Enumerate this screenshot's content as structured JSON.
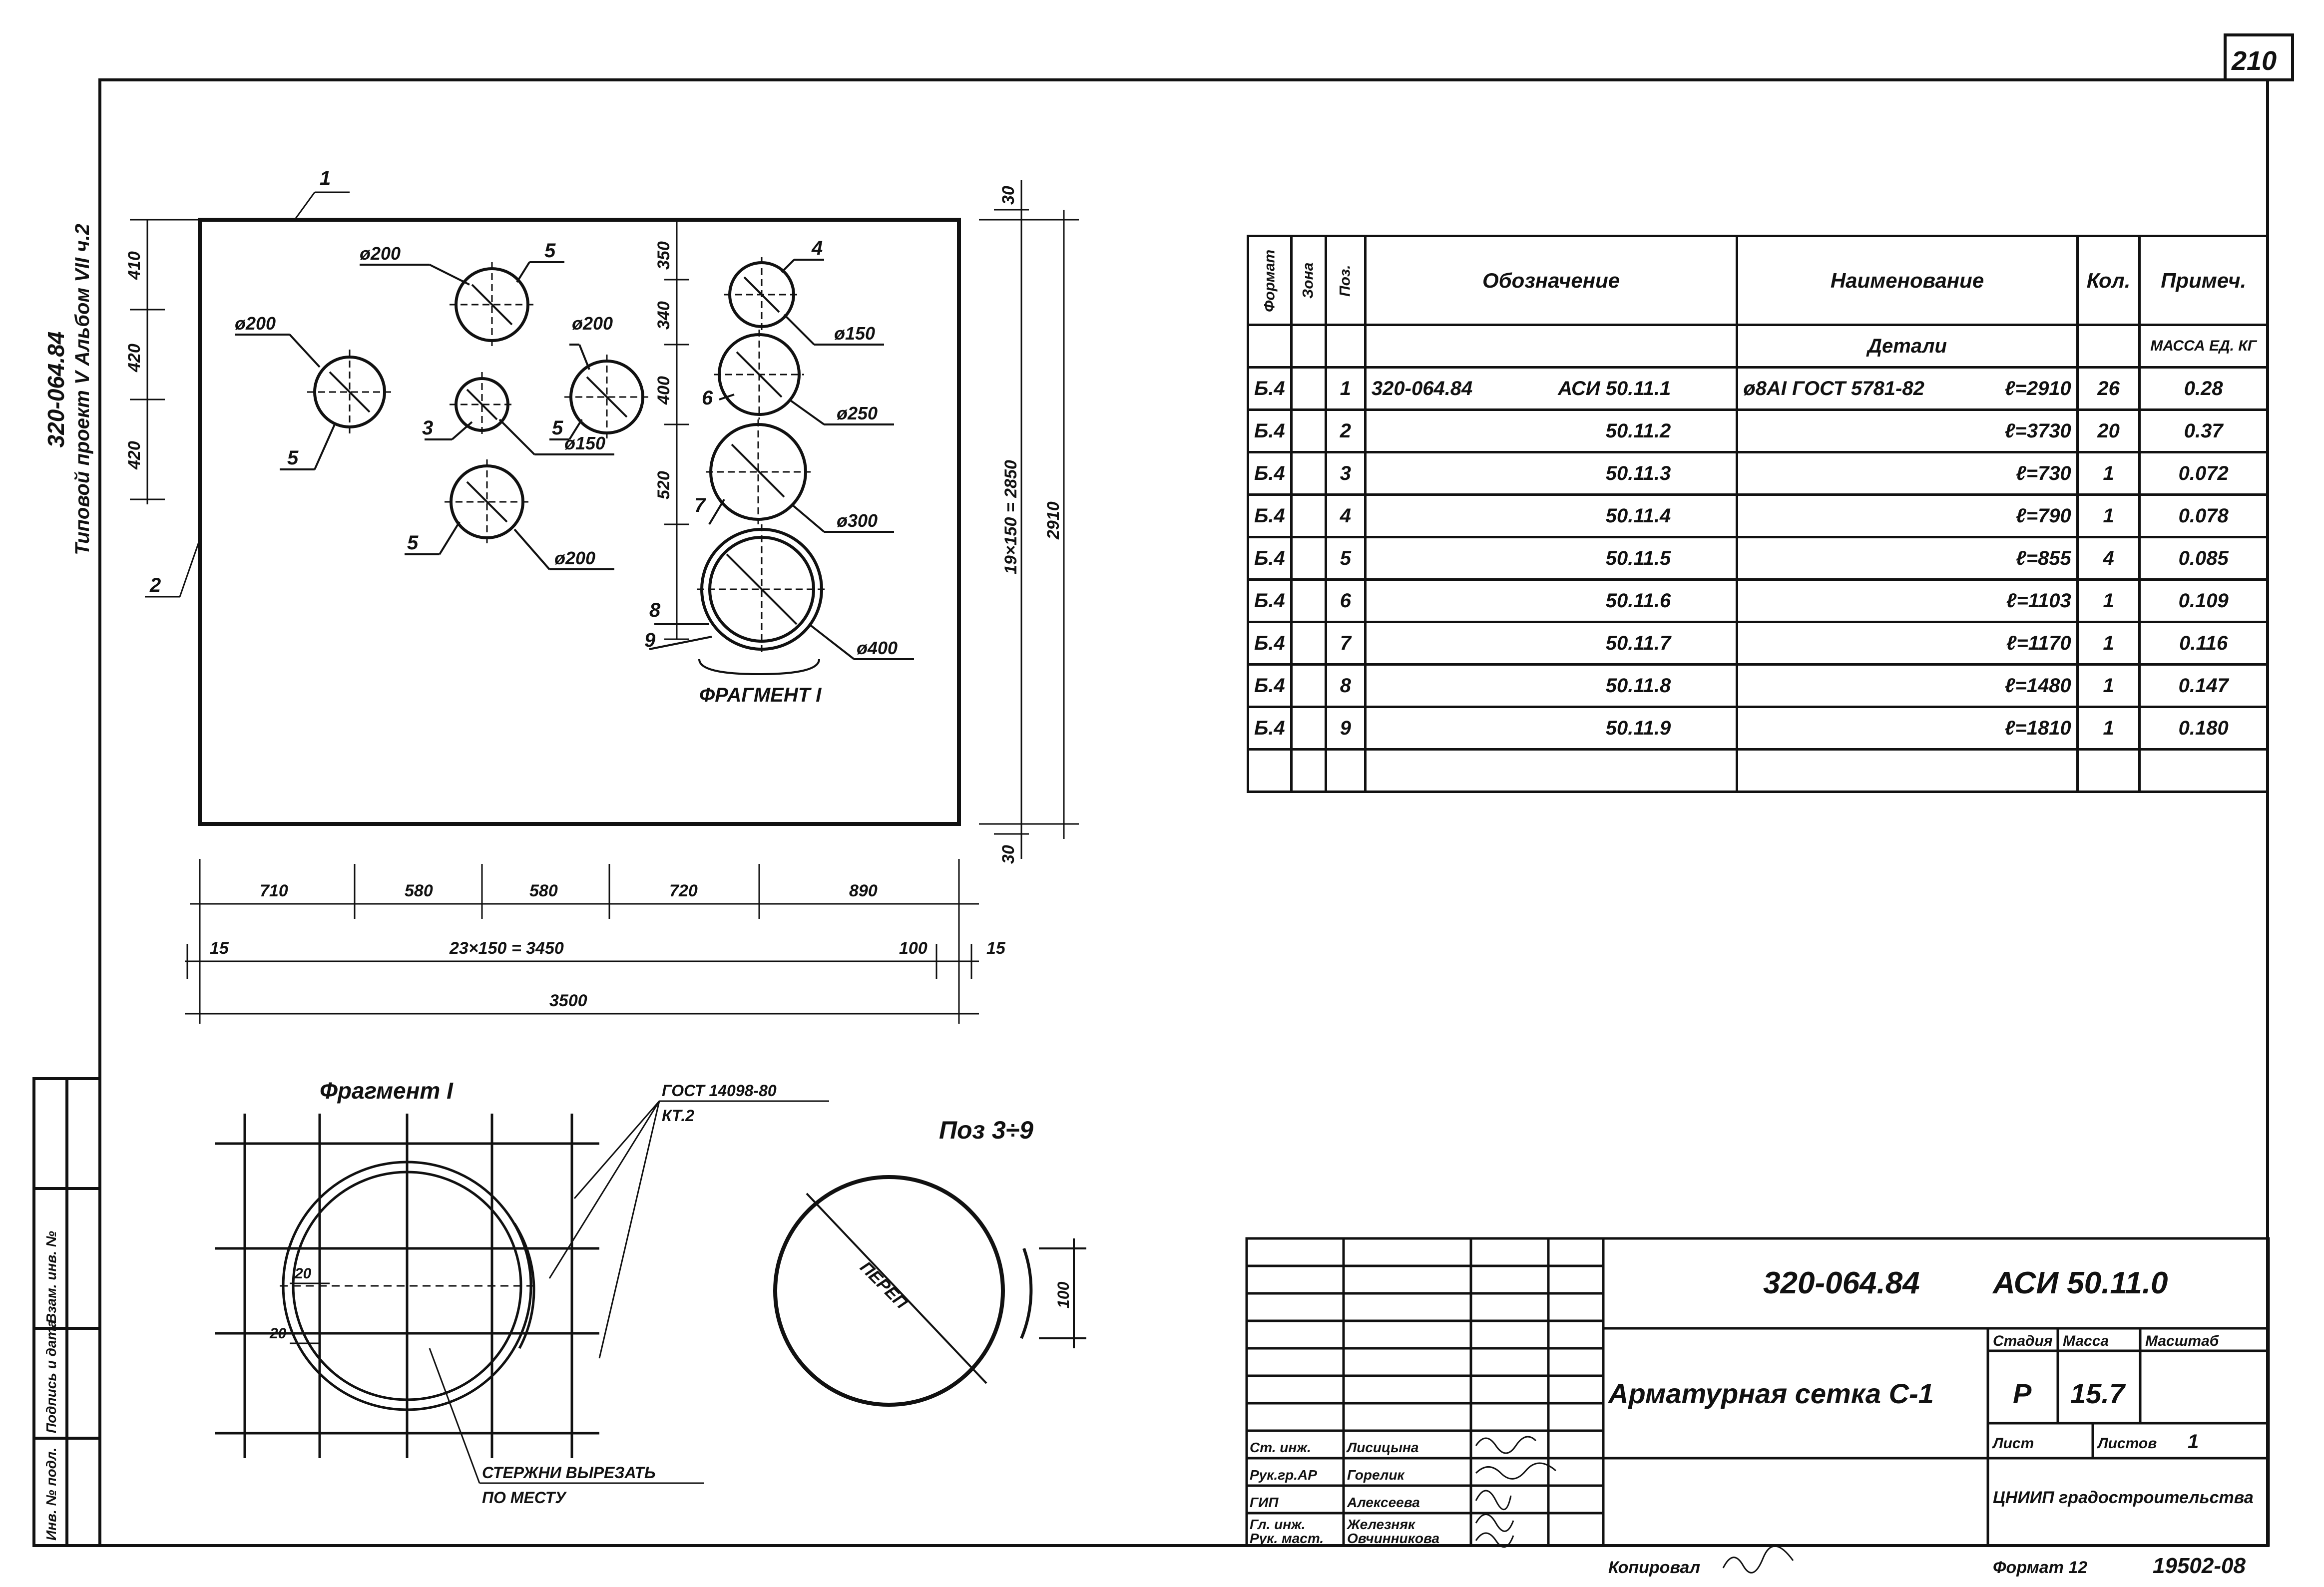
{
  "sheet": {
    "page_number": "210",
    "project_stamp": [
      "320-064.84",
      "Типовой проект V Альбом VII ч.2"
    ]
  },
  "plan": {
    "labels": {
      "p1": "1",
      "p2": "2",
      "p3": "3",
      "p4": "4",
      "p5a": "5",
      "p5b": "5",
      "p5c": "5",
      "p5d": "5",
      "p6": "6",
      "p7": "7",
      "p8": "8",
      "p9": "9"
    },
    "diameters": {
      "d1": "ø200",
      "d2": "ø200",
      "d3": "ø200",
      "d4": "ø150",
      "d5": "ø200",
      "d6": "ø150",
      "d7": "ø250",
      "d8": "ø300",
      "d9": "ø400"
    },
    "fragment_label": "ФРАГМЕНТ I",
    "left_dims": [
      "410",
      "420",
      "420"
    ],
    "right_dims": [
      "350",
      "340",
      "400",
      "520"
    ],
    "overall_right": [
      "19×150 = 2850",
      "2910"
    ],
    "edge_dims": [
      "30",
      "30"
    ],
    "bottom_row1": [
      "710",
      "580",
      "580",
      "720",
      "890"
    ],
    "bottom_row2": [
      "15",
      "23×150 = 3450",
      "100",
      "15"
    ],
    "bottom_total": "3500"
  },
  "detail": {
    "title": "Фрагмент I",
    "gost": [
      "ГОСТ 14098-80",
      "КТ.2"
    ],
    "pos_title": "Поз 3÷9",
    "dims": [
      "20",
      "20",
      "100"
    ],
    "overlap": "ПЕРЕП",
    "note": [
      "СТЕРЖНИ ВЫРЕЗАТЬ",
      "ПО МЕСТУ"
    ]
  },
  "spec_table": {
    "headers": [
      "Формат",
      "Зона",
      "Поз.",
      "Обозначение",
      "Наименование",
      "Кол.",
      "Примеч."
    ],
    "section": "Детали",
    "mass_note": "МАССА ЕД. КГ",
    "rows": [
      {
        "fmt": "Б.4",
        "pos": "1",
        "des_a": "320-064.84",
        "des_b": "АСИ 50.11.1",
        "name_a": "ø8АI ГОСТ 5781-82",
        "name_b": "ℓ=2910",
        "qty": "26",
        "note": "0.28"
      },
      {
        "fmt": "Б.4",
        "pos": "2",
        "des_a": "",
        "des_b": "50.11.2",
        "name_a": "",
        "name_b": "ℓ=3730",
        "qty": "20",
        "note": "0.37"
      },
      {
        "fmt": "Б.4",
        "pos": "3",
        "des_a": "",
        "des_b": "50.11.3",
        "name_a": "",
        "name_b": "ℓ=730",
        "qty": "1",
        "note": "0.072"
      },
      {
        "fmt": "Б.4",
        "pos": "4",
        "des_a": "",
        "des_b": "50.11.4",
        "name_a": "",
        "name_b": "ℓ=790",
        "qty": "1",
        "note": "0.078"
      },
      {
        "fmt": "Б.4",
        "pos": "5",
        "des_a": "",
        "des_b": "50.11.5",
        "name_a": "",
        "name_b": "ℓ=855",
        "qty": "4",
        "note": "0.085"
      },
      {
        "fmt": "Б.4",
        "pos": "6",
        "des_a": "",
        "des_b": "50.11.6",
        "name_a": "",
        "name_b": "ℓ=1103",
        "qty": "1",
        "note": "0.109"
      },
      {
        "fmt": "Б.4",
        "pos": "7",
        "des_a": "",
        "des_b": "50.11.7",
        "name_a": "",
        "name_b": "ℓ=1170",
        "qty": "1",
        "note": "0.116"
      },
      {
        "fmt": "Б.4",
        "pos": "8",
        "des_a": "",
        "des_b": "50.11.8",
        "name_a": "",
        "name_b": "ℓ=1480",
        "qty": "1",
        "note": "0.147"
      },
      {
        "fmt": "Б.4",
        "pos": "9",
        "des_a": "",
        "des_b": "50.11.9",
        "name_a": "",
        "name_b": "ℓ=1810",
        "qty": "1",
        "note": "0.180"
      }
    ]
  },
  "left_margin": [
    "Инв. № подл.",
    "Подпись и дата",
    "Взам. инв. №"
  ],
  "title_block": {
    "code": "320-064.84",
    "doc": "АСИ 50.11.0",
    "name": "Арматурная сетка С-1",
    "stage_h": "Стадия",
    "mass_h": "Масса",
    "scale_h": "Масштаб",
    "stage": "Р",
    "mass": "15.7",
    "sheet_h": "Лист",
    "sheets_h": "Листов",
    "sheets": "1",
    "org": "ЦНИИП градостроительства",
    "roles": [
      "Ст. инж.",
      "Рук.гр.АР",
      "ГИП",
      "Гл. инж.",
      "Рук. маст."
    ],
    "names": [
      "Лисицына",
      "Горелик",
      "Алексеева",
      "Железняк",
      "Овчинникова"
    ]
  },
  "footer": {
    "copied": "Копировал",
    "format": "Формат 12",
    "number": "19502-08"
  }
}
